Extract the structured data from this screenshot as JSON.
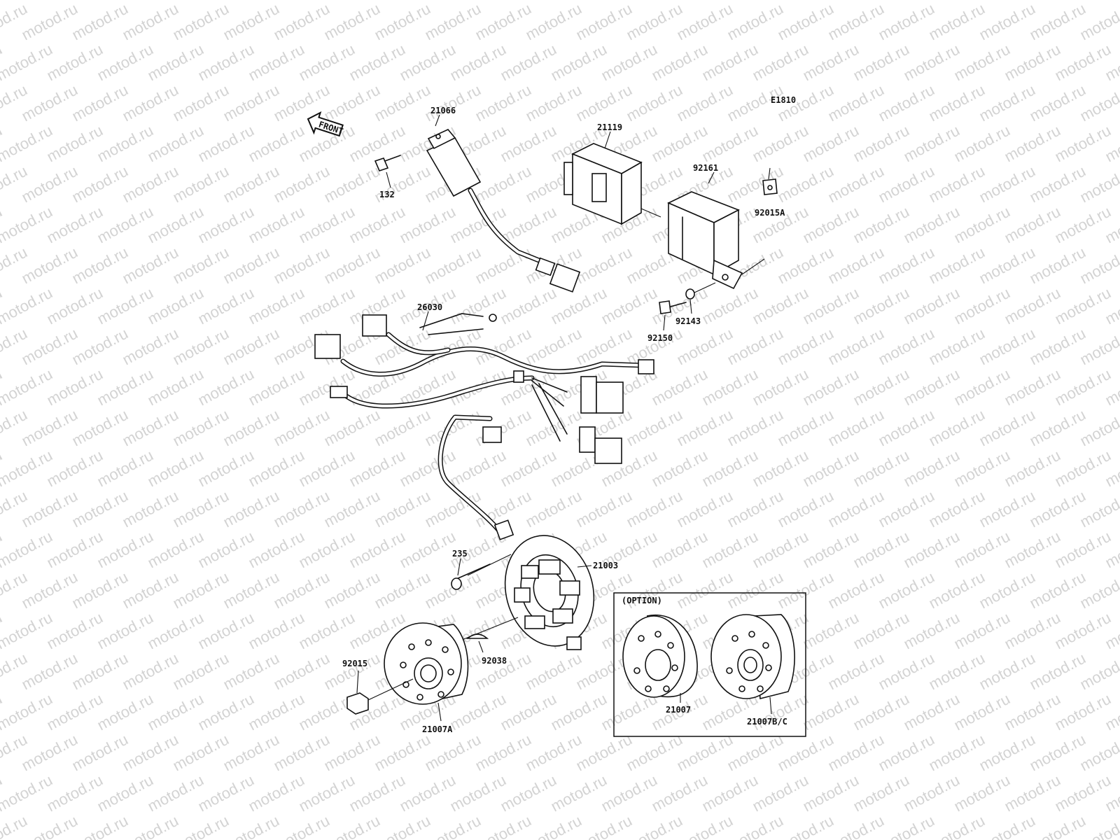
{
  "watermark": "motod.ru",
  "diagram_id": "E1810",
  "front_label": "FRONT",
  "option_label": "(OPTION)",
  "parts": {
    "p21066": "21066",
    "p132": "132",
    "p21119": "21119",
    "p92161": "92161",
    "p92015A": "92015A",
    "p26030": "26030",
    "p92150": "92150",
    "p92143": "92143",
    "p235": "235",
    "p21003": "21003",
    "p92015": "92015",
    "p92038": "92038",
    "p21007A": "21007A",
    "p21007": "21007",
    "p21007BC": "21007B/C"
  }
}
